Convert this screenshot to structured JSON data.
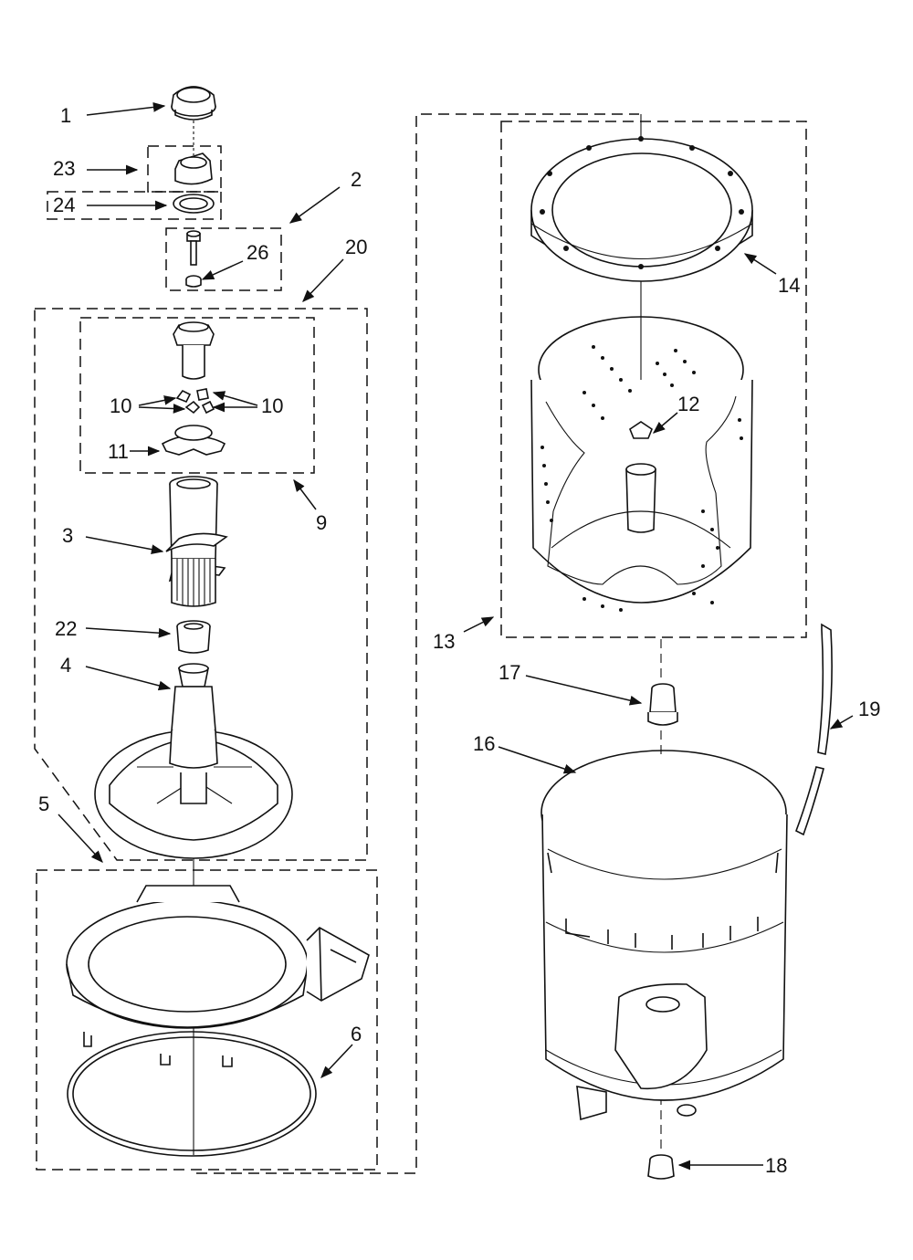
{
  "callouts": [
    {
      "id": "1",
      "text": "1"
    },
    {
      "id": "2",
      "text": "2"
    },
    {
      "id": "3",
      "text": "3"
    },
    {
      "id": "4",
      "text": "4"
    },
    {
      "id": "5",
      "text": "5"
    },
    {
      "id": "6",
      "text": "6"
    },
    {
      "id": "9",
      "text": "9"
    },
    {
      "id": "10a",
      "text": "10"
    },
    {
      "id": "10b",
      "text": "10"
    },
    {
      "id": "11",
      "text": "11"
    },
    {
      "id": "12",
      "text": "12"
    },
    {
      "id": "13",
      "text": "13"
    },
    {
      "id": "14",
      "text": "14"
    },
    {
      "id": "16",
      "text": "16"
    },
    {
      "id": "17",
      "text": "17"
    },
    {
      "id": "18",
      "text": "18"
    },
    {
      "id": "19",
      "text": "19"
    },
    {
      "id": "20",
      "text": "20"
    },
    {
      "id": "22",
      "text": "22"
    },
    {
      "id": "23",
      "text": "23"
    },
    {
      "id": "24",
      "text": "24"
    },
    {
      "id": "26",
      "text": "26"
    }
  ]
}
